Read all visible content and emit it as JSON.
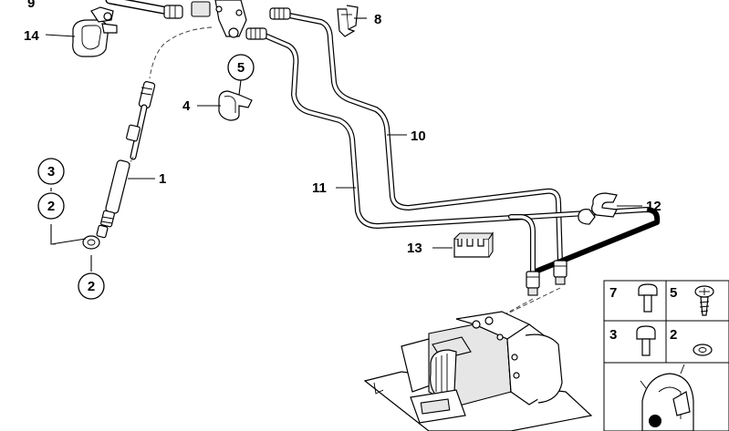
{
  "callouts": {
    "c9": "9",
    "c14": "14",
    "c8": "8",
    "c5_top": "5",
    "c4": "4",
    "c10": "10",
    "c1": "1",
    "c3_left": "3",
    "c2_left_upper": "2",
    "c2_left_lower": "2",
    "c11": "11",
    "c12": "12",
    "c13": "13"
  },
  "legend_panel": {
    "c7": "7",
    "c5": "5",
    "c3": "3",
    "c2": "2"
  }
}
